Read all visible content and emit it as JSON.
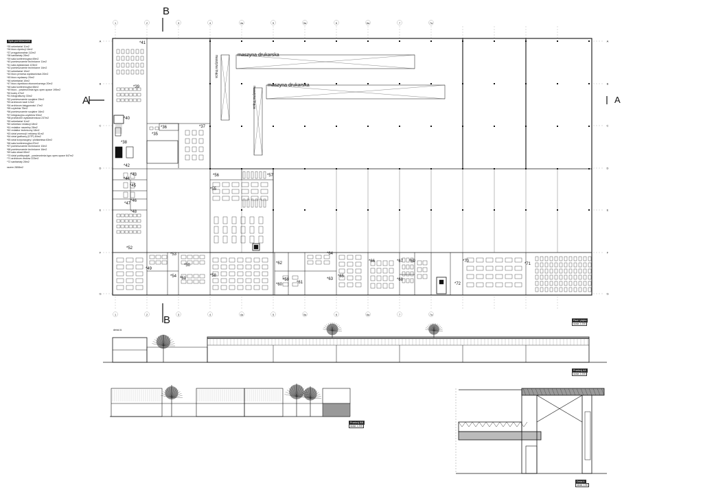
{
  "legend": {
    "title": "Spis pomieszczeń",
    "items": [
      "*35 sekretariat 11m2",
      "*36 biuro dyrekcji 16m2",
      "*37 przygotowalnia 112m2",
      "*38 sanitariaty 28m2",
      "*39 sala konferencyjna 69m2",
      "*40 pomieszczenie techniczne 11m2",
      "*41 sala wystawowa 123m2",
      "*42 pomieszczenie techniczne 14m2",
      "*43 sekretariat 10m2",
      "*44 biuro prezesa wydawnictwa 20m2",
      "*45 biuro wydawcy 20m2",
      "*46 sekretariat 10m2",
      "*47 biuro dyrektora ekonomicznego 20m2",
      "*48 sala konferencyjna 66m2",
      "*49 biuro - powierzchnia typu open-space 195m2",
      "*50 kodry 47m2",
      "*51 fotograficzny 33m2",
      "*52 pomieszczenie socjalne 29m2",
      "*53 archiwum kadr 12m2",
      "*54 archiwum księgowości 17m2",
      "*55 czytelnia 75m2",
      "*56 pomieszczenie socjalne 16m2",
      "*57 integracyjno-czytelnia 53m2",
      "*58 przestrzeń wystawiennicza 237m2",
      "*59 sekretariat 11m2",
      "*60 sekretarz redakcji 18m2",
      "*61 redaktor naczelny 28m2",
      "*62 redaktor techniczny 18m2",
      "*63 dział promocji i reklamy 61m2",
      "*64 dział graficzny (DTP) 64m2",
      "*65 dział korporacyjny i plotkarstwa 63m2",
      "*66 sala konferencyjna 87m2",
      "*67 pomieszczenie techniczne 10m2",
      "*68 pomieszczenie techniczne 16m2",
      "*69 sala obrad 65m2",
      "*70 dział publicystyki - powierzchnia typu open-space 647m2",
      "*71 archiwum druków 223m2",
      "*72 sanitariaty 28m2"
    ],
    "total": "razem 2808m2"
  },
  "sections": {
    "a_left": "A",
    "a_right": "A",
    "b_top": "B",
    "b_bottom": "B"
  },
  "grid": {
    "top": [
      "1",
      "2",
      "3",
      "4",
      "4a",
      "5",
      "5a",
      "6",
      "6a",
      "7",
      "7a"
    ],
    "bottom": [
      "1",
      "2",
      "3",
      "4",
      "4a",
      "5",
      "5a",
      "6",
      "6a",
      "7",
      "7a"
    ],
    "rows_left": [
      "A",
      "B",
      "C",
      "D",
      "E",
      "F",
      "G"
    ],
    "rows_right": [
      "A",
      "B",
      "C",
      "D",
      "E",
      "F",
      "G"
    ]
  },
  "machines": [
    {
      "vertical": "maszyna tnąca",
      "horizontal": "maszyna drukarska"
    },
    {
      "vertical": "maszyna tnąca",
      "horizontal": "maszyna drukarska"
    }
  ],
  "rooms": [
    "*35",
    "*36",
    "*37",
    "*38",
    "*39",
    "*40",
    "*41",
    "*42",
    "*43",
    "*44",
    "*45",
    "*46",
    "*47",
    "*48",
    "*49",
    "*50",
    "*51",
    "*52",
    "*53",
    "*54",
    "*55",
    "*56",
    "*57",
    "*58",
    "*59",
    "*60",
    "*61",
    "*62",
    "*63",
    "*64",
    "*65",
    "*66",
    "*67",
    "*68",
    "*69",
    "*70",
    "*71",
    "*72"
  ],
  "detail_a_label": "detal A",
  "captions": {
    "plan": [
      "Rzut I piętra",
      "skala 1:200"
    ],
    "section_aa": [
      "Przekrój AA",
      "skala 1:200"
    ],
    "section_bb": [
      "Przekrój BB",
      "skala 1:200"
    ],
    "detail": [
      "Detal A",
      "skala 1:50"
    ]
  },
  "colors": {
    "line": "#111111",
    "light": "#9a9a9a",
    "tree": "#222222"
  }
}
